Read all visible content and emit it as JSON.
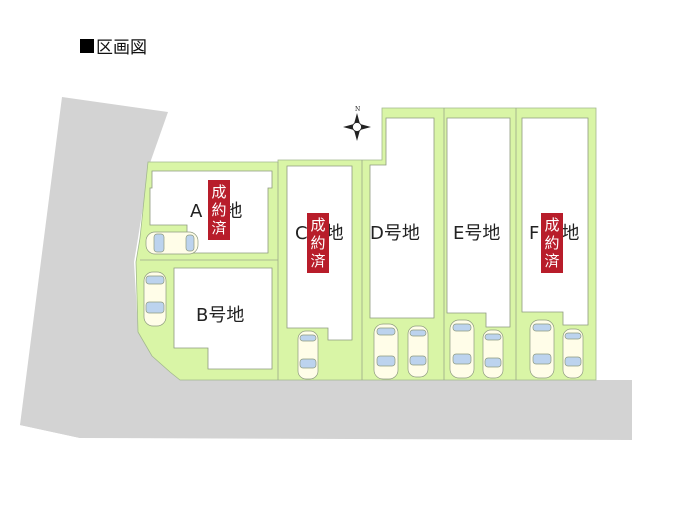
{
  "title": {
    "marker": "■",
    "text": "区画図"
  },
  "compass": {
    "north_label": "N",
    "icon": "compass-rose-icon"
  },
  "colors": {
    "road": "#d3d3d3",
    "lot_green": "#d9f5a6",
    "building": "#ffffff",
    "sold_badge": "#b81d2a",
    "outline": "#9aa88a"
  },
  "lots": [
    {
      "id": "A",
      "label": "A号地",
      "letter": "A",
      "suffix": "地",
      "sold": true
    },
    {
      "id": "B",
      "label": "B号地",
      "letter": "B",
      "suffix": "号地",
      "sold": false
    },
    {
      "id": "C",
      "label": "C号地",
      "letter": "C",
      "suffix": "地",
      "sold": true
    },
    {
      "id": "D",
      "label": "D号地",
      "letter": "D",
      "suffix": "号地",
      "sold": false
    },
    {
      "id": "E",
      "label": "E号地",
      "letter": "E",
      "suffix": "号地",
      "sold": false
    },
    {
      "id": "F",
      "label": "F号地",
      "letter": "F",
      "suffix": "地",
      "sold": true
    }
  ],
  "sold_badge": {
    "line1": "成",
    "line2": "約",
    "line3": "済"
  }
}
